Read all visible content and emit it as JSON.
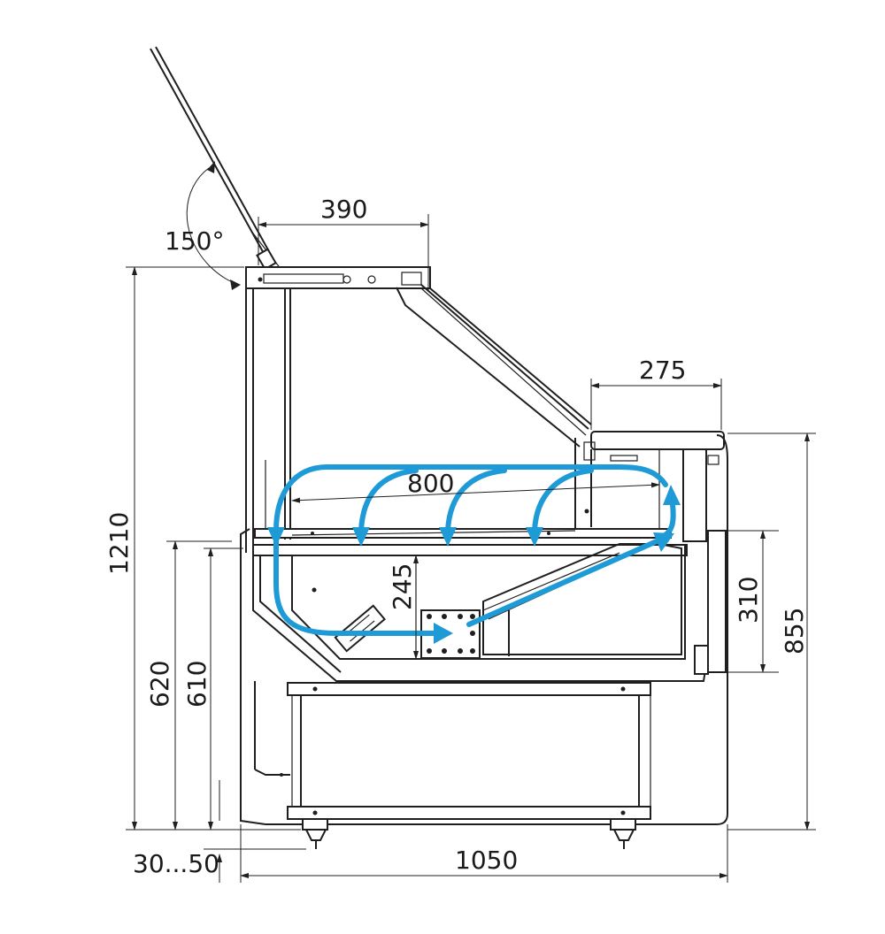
{
  "dimensions": {
    "lid_angle": "150°",
    "top_depth": "390",
    "shelf_depth": "275",
    "interior_width": "800",
    "interior_height": "245",
    "total_height": "1210",
    "counter_height_outer": "620",
    "counter_height_inner": "610",
    "foot_adjust": "30...50",
    "total_depth": "1050",
    "rear_panel_height": "310",
    "rear_height": "855"
  },
  "colors": {
    "airflow": "#1e9ad6",
    "lines": "#1f1f1f"
  }
}
